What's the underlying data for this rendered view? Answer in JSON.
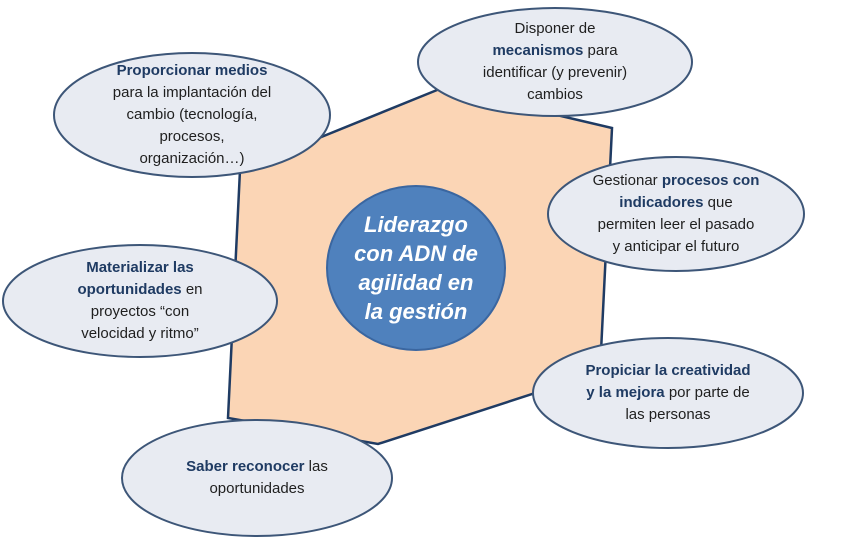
{
  "colors": {
    "hexagon_fill": "#fbd5b5",
    "hexagon_stroke": "#1f3b63",
    "bubble_fill": "#e8ebf2",
    "bubble_stroke": "#3d5678",
    "center_fill": "#4f81bd",
    "center_stroke": "#3a66a0"
  },
  "center": {
    "line1": "Liderazgo",
    "line2": "con ADN de",
    "line3": "agilidad en",
    "line4": "la gestión"
  },
  "nodes": {
    "medios": {
      "bold1": "Proporcionar medios",
      "text1": "para la implantación del",
      "text2": "cambio (tecnología,",
      "text3": "procesos,",
      "text4": "organización…)"
    },
    "mecanismos": {
      "text1": "Disponer de",
      "bold1": "mecanismos",
      "text2": " para",
      "text3": "identificar (y prevenir)",
      "text4": "cambios"
    },
    "procesos": {
      "text1": "Gestionar ",
      "bold1": "procesos con",
      "bold2": "indicadores",
      "text2": " que",
      "text3": "permiten leer el pasado",
      "text4": "y anticipar el futuro"
    },
    "materializar": {
      "bold1": "Materializar las",
      "bold2": "oportunidades",
      "text1": " en",
      "text2": "proyectos “con",
      "text3": "velocidad y ritmo”"
    },
    "creatividad": {
      "bold1": "Propiciar la creatividad",
      "bold2": "y la mejora",
      "text1": " por parte de",
      "text2": "las personas"
    },
    "reconocer": {
      "bold1": "Saber reconocer",
      "text1": " las",
      "text2": "oportunidades"
    }
  }
}
